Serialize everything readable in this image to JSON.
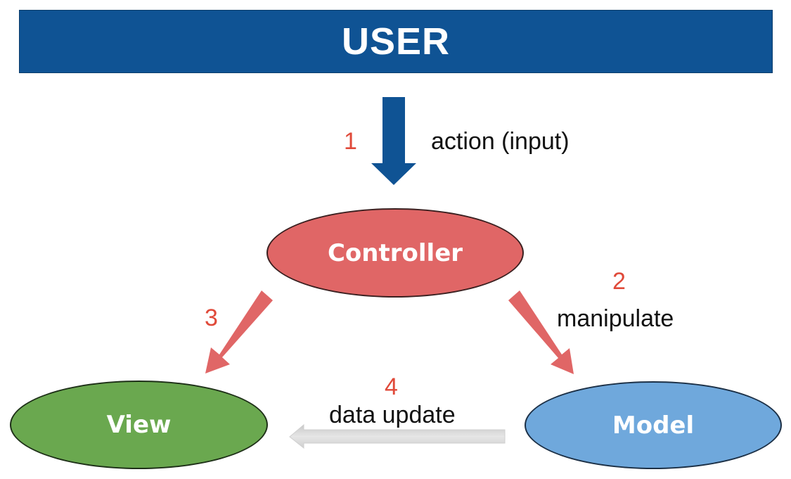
{
  "user": {
    "label": "USER",
    "color": "#0f5394"
  },
  "steps": [
    {
      "number": "1",
      "label": "action (input)"
    },
    {
      "number": "2",
      "label": "manipulate"
    },
    {
      "number": "3",
      "label": ""
    },
    {
      "number": "4",
      "label": "data update"
    }
  ],
  "nodes": {
    "controller": {
      "label": "Controller",
      "color": "#e06666"
    },
    "view": {
      "label": "View",
      "color": "#6aa84f"
    },
    "model": {
      "label": "Model",
      "color": "#6fa8dc"
    }
  },
  "colors": {
    "step_number": "#e04a3a",
    "arrow_user": "#0f5394",
    "arrow_controller": "#e06666",
    "arrow_data_update": "#d9d9d9"
  }
}
